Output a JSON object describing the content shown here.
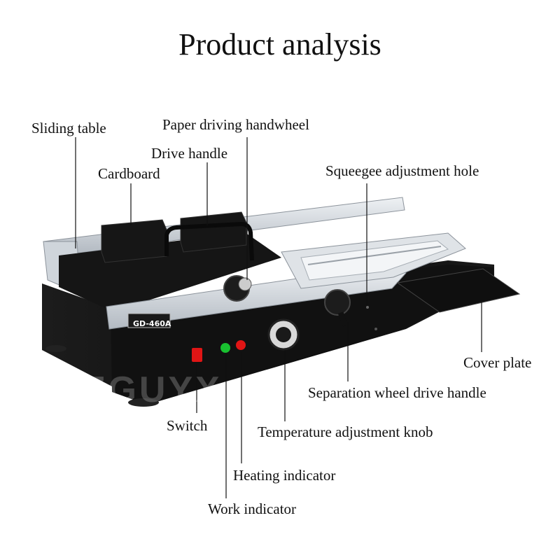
{
  "title": "Product analysis",
  "watermark": "SZGUYX",
  "model_badge": "GD-460A",
  "colors": {
    "accent_line": "#111111",
    "machine_body": "#121212",
    "rail": "#c9cfd6",
    "switch_red": "#e01515",
    "indicator_green": "#19c030"
  },
  "labels": {
    "sliding_table": "Sliding table",
    "paper_driving_handwheel": "Paper driving handwheel",
    "drive_handle": "Drive handle",
    "cardboard": "Cardboard",
    "squeegee_adjustment_hole": "Squeegee adjustment hole",
    "cover_plate": "Cover plate",
    "separation_wheel_drive_handle": "Separation wheel drive handle",
    "temperature_adjustment_knob": "Temperature adjustment knob",
    "switch": "Switch",
    "heating_indicator": "Heating indicator",
    "work_indicator": "Work indicator"
  }
}
